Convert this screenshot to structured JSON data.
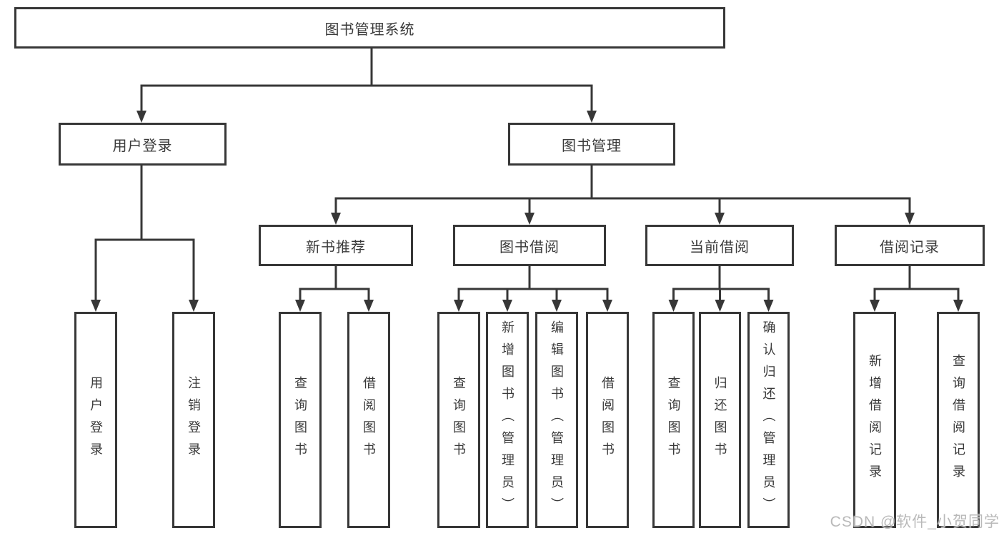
{
  "diagram_title": "图书管理系统",
  "nodes": {
    "root": "图书管理系统",
    "l2_user_login": "用户登录",
    "l2_book_mgmt": "图书管理",
    "l3_new_books": "新书推荐",
    "l3_borrow": "图书借阅",
    "l3_current": "当前借阅",
    "l3_records": "借阅记录",
    "leaf_login": "用户登录",
    "leaf_logout": "注销登录",
    "leaf_nb_query": "查询图书",
    "leaf_nb_borrow": "借阅图书",
    "leaf_bb_query": "查询图书",
    "leaf_bb_add": "新增图书（管理员）",
    "leaf_bb_edit": "编辑图书（管理员）",
    "leaf_bb_borrow": "借阅图书",
    "leaf_cb_query": "查询图书",
    "leaf_cb_return": "归还图书",
    "leaf_cb_confirm": "确认归还（管理员）",
    "leaf_r_add": "新增借阅记录",
    "leaf_r_query": "查询借阅记录"
  },
  "hierarchy": {
    "图书管理系统": {
      "用户登录": [
        "用户登录",
        "注销登录"
      ],
      "图书管理": {
        "新书推荐": [
          "查询图书",
          "借阅图书"
        ],
        "图书借阅": [
          "查询图书",
          "新增图书（管理员）",
          "编辑图书（管理员）",
          "借阅图书"
        ],
        "当前借阅": [
          "查询图书",
          "归还图书",
          "确认归还（管理员）"
        ],
        "借阅记录": [
          "新增借阅记录",
          "查询借阅记录"
        ]
      }
    }
  },
  "watermark": "CSDN @软件_小贺同学",
  "colors": {
    "line": "#373737",
    "box_border": "#373737",
    "box_fill": "#ffffff",
    "text": "#3a3a3a",
    "watermark": "#b9b9b9",
    "background": "#ffffff"
  }
}
